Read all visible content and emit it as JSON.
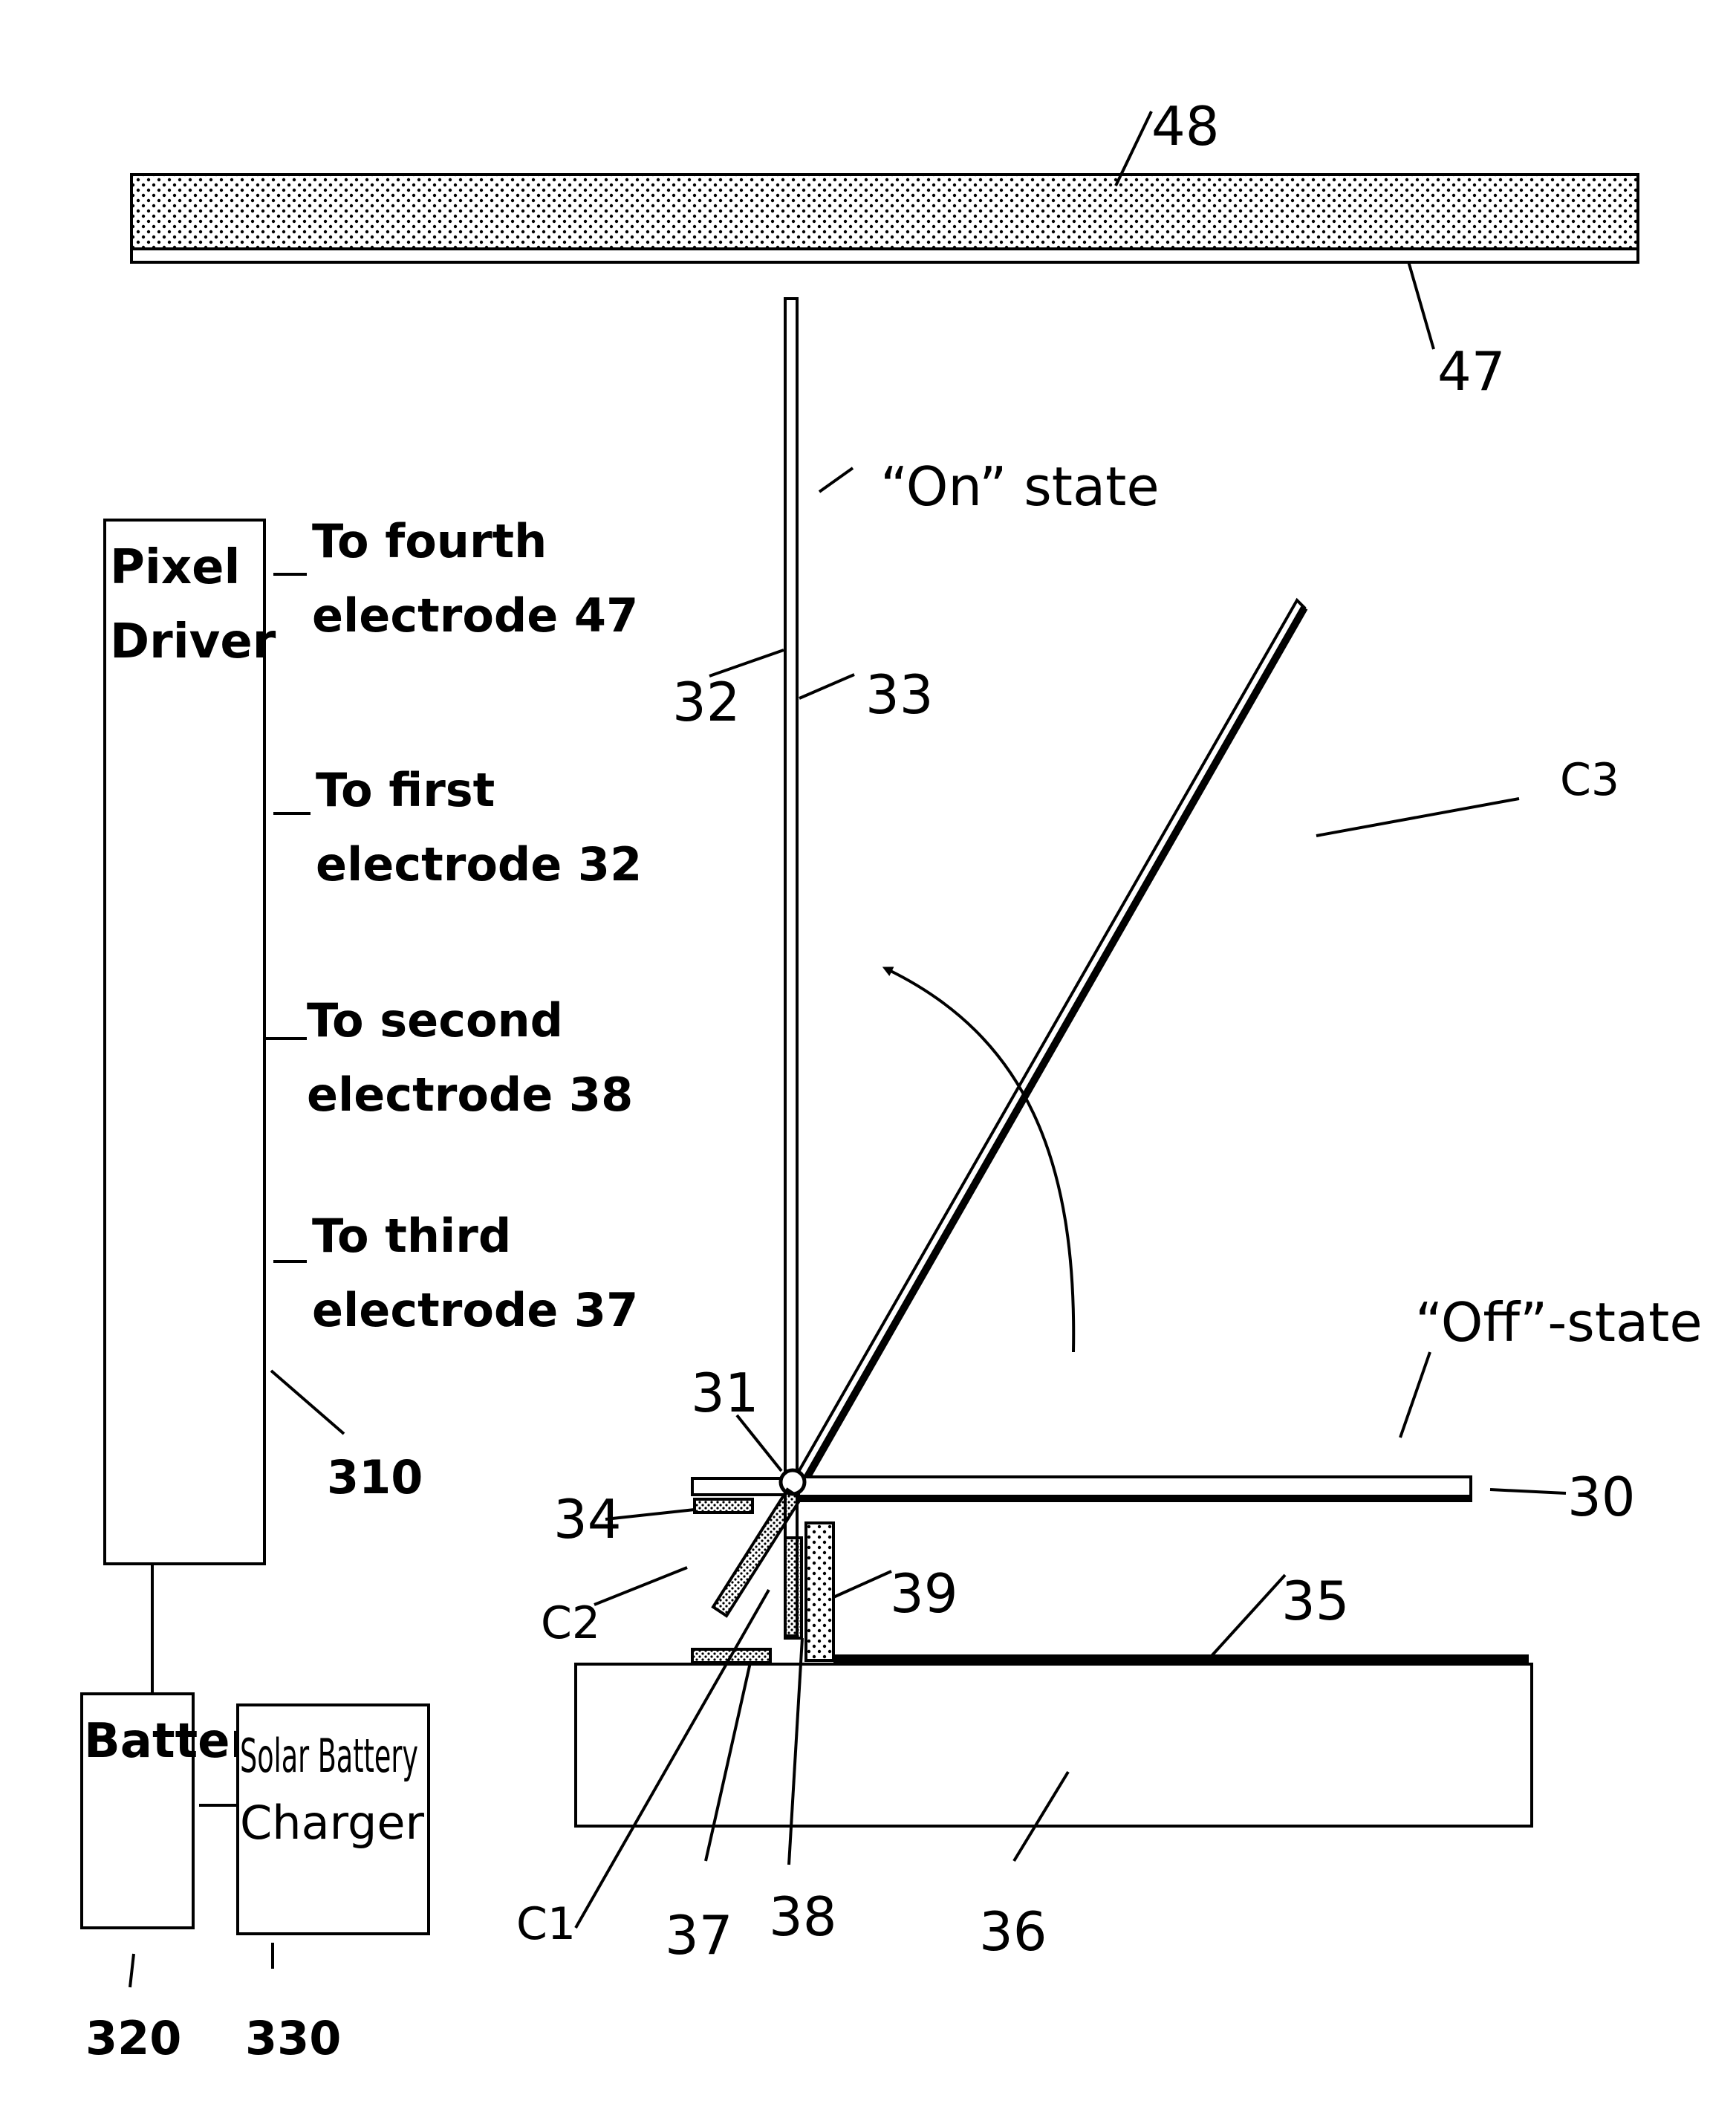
{
  "labels": {
    "top_plate": "48",
    "fourth_electrode": "47",
    "on_state": "“On” state",
    "first_electrode_side": "32",
    "panel_side": "33",
    "cap3": "C3",
    "hinge": "31",
    "off_state": "“Off”-state",
    "panel_off": "30",
    "pad_left": "34",
    "cap2": "C2",
    "electrode_39": "39",
    "base_electrode": "35",
    "cap1": "C1",
    "third_electrode": "37",
    "second_electrode": "38",
    "substrate": "36"
  },
  "driver": {
    "title_line1": "Pixel",
    "title_line2": "Driver",
    "ref": "310",
    "outputs": [
      {
        "line1": "To fourth",
        "line2": "electrode  47"
      },
      {
        "line1": "To first",
        "line2": "electrode  32"
      },
      {
        "line1": "To second",
        "line2": "electrode  38"
      },
      {
        "line1": "To third",
        "line2": "electrode 37"
      }
    ]
  },
  "battery": {
    "label": "Battery",
    "ref": "320"
  },
  "charger": {
    "line1": "Solar Battery",
    "line2": "Charger",
    "ref": "330"
  }
}
